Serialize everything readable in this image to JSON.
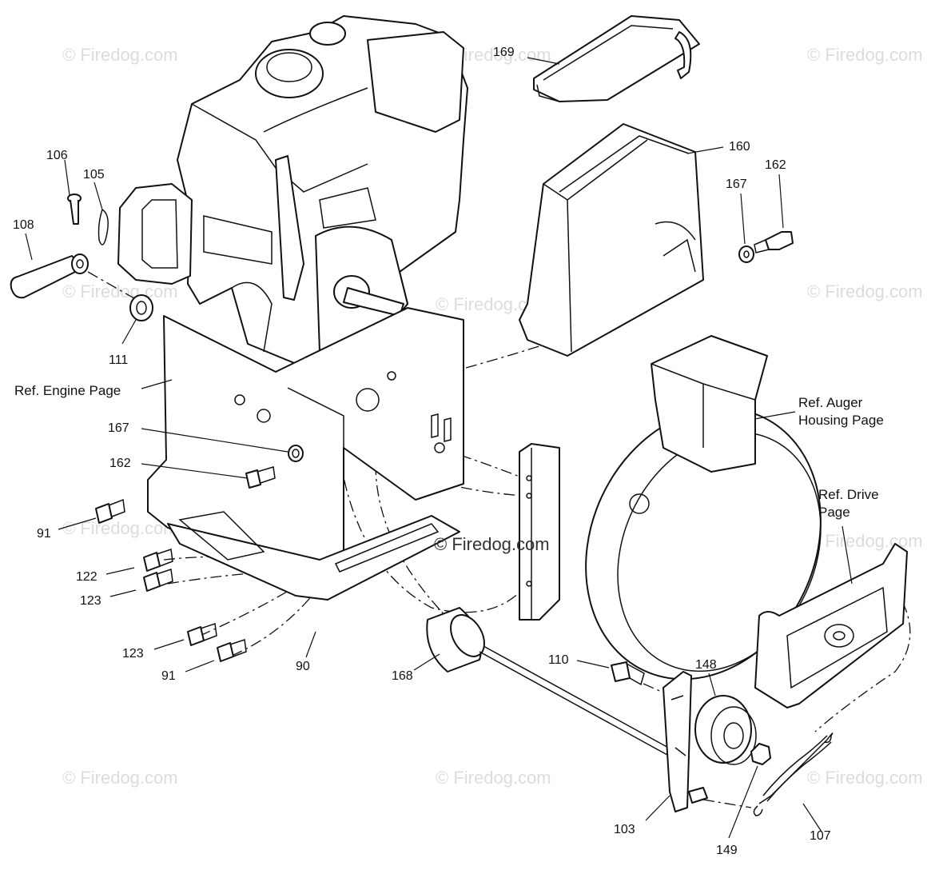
{
  "watermark": "© Firedog.com",
  "callouts": [
    {
      "id": "169",
      "label": "169"
    },
    {
      "id": "160",
      "label": "160"
    },
    {
      "id": "162a",
      "label": "162"
    },
    {
      "id": "167a",
      "label": "167"
    },
    {
      "id": "106",
      "label": "106"
    },
    {
      "id": "105",
      "label": "105"
    },
    {
      "id": "108",
      "label": "108"
    },
    {
      "id": "111",
      "label": "111"
    },
    {
      "id": "167b",
      "label": "167"
    },
    {
      "id": "162b",
      "label": "162"
    },
    {
      "id": "91a",
      "label": "91"
    },
    {
      "id": "122",
      "label": "122"
    },
    {
      "id": "123a",
      "label": "123"
    },
    {
      "id": "123b",
      "label": "123"
    },
    {
      "id": "91b",
      "label": "91"
    },
    {
      "id": "90",
      "label": "90"
    },
    {
      "id": "168",
      "label": "168"
    },
    {
      "id": "110",
      "label": "110"
    },
    {
      "id": "148",
      "label": "148"
    },
    {
      "id": "103",
      "label": "103"
    },
    {
      "id": "149",
      "label": "149"
    },
    {
      "id": "107",
      "label": "107"
    }
  ],
  "references": {
    "engine": "Ref. Engine Page",
    "auger_line1": "Ref. Auger",
    "auger_line2": "Housing Page",
    "drive_line1": "Ref. Drive",
    "drive_line2": "Page"
  }
}
